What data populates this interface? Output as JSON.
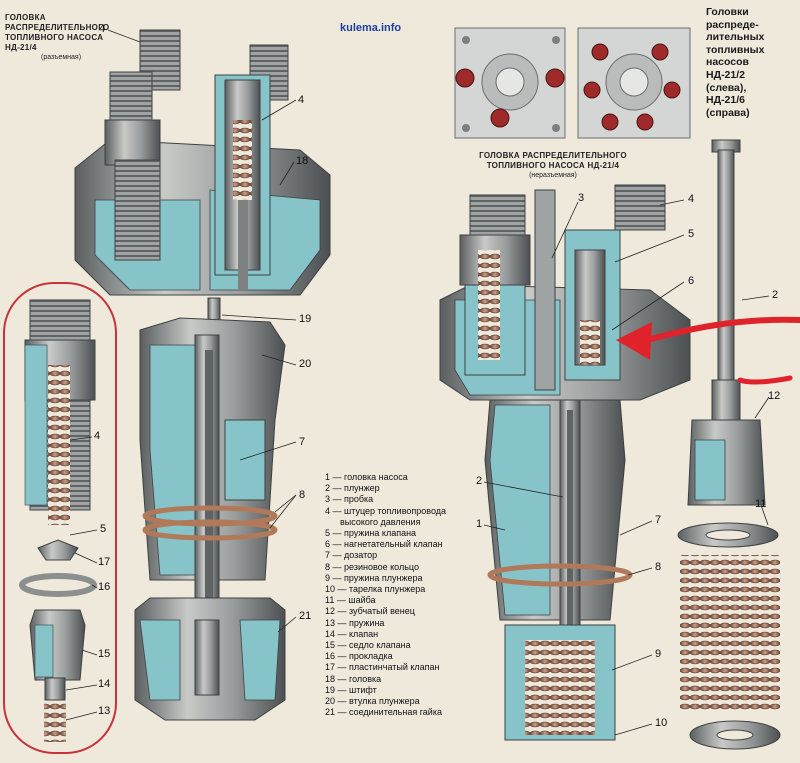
{
  "site": "kulema.info",
  "titles": {
    "left_line1": "ГОЛОВКА РАСПРЕДЕЛИТЕЛЬНОГО",
    "left_line2": "ТОПЛИВНОГО НАСОСА НД-21/4",
    "left_sub": "(разъемная)",
    "right_line1": "ГОЛОВКА РАСПРЕДЕЛИТЕЛЬНОГО",
    "right_line2": "ТОПЛИВНОГО НАСОСА НД-21/4",
    "right_sub": "(неразъемная)",
    "side": [
      "Головки",
      "распреде-",
      "лительных",
      "топливных",
      "насосов",
      "НД-21/2",
      "(слева),",
      "НД-21/6",
      "(справа)"
    ]
  },
  "legend": [
    "1 — головка насоса",
    "2 — плунжер",
    "3 — пробка",
    "4 — штуцер топливопровода",
    "      высокого давления",
    "5 — пружина клапана",
    "6 — нагнетательный клапан",
    "7 — дозатор",
    "8 — резиновое кольцо",
    "9 — пружина плунжера",
    "10 — тарелка плунжера",
    "11 — шайба",
    "12 — зубчатый венец",
    "13 — пружина",
    "14 — клапан",
    "15 — седло клапана",
    "16 — прокладка",
    "17 — пластинчатый клапан",
    "18 — головка",
    "19 — штифт",
    "20 — втулка плунжера",
    "21 — соединительная гайка"
  ],
  "callouts": {
    "c4a": "4",
    "c4b": "4",
    "c18": "18",
    "c19": "19",
    "c20": "20",
    "c7a": "7",
    "c8a": "8",
    "c21": "21",
    "c4c": "4",
    "c5a": "5",
    "c17": "17",
    "c16": "16",
    "c15": "15",
    "c14": "14",
    "c13": "13",
    "c3": "3",
    "c4d": "4",
    "c5b": "5",
    "c6": "6",
    "c2a": "2",
    "c2b": "2",
    "c12": "12",
    "c1": "1",
    "c7b": "7",
    "c8b": "8",
    "c11": "11",
    "c9": "9",
    "c10": "10"
  },
  "colors": {
    "metal": "#8c8f90",
    "metal_light": "#c4c6c4",
    "metal_dark": "#4e5254",
    "section": "#86c4c9",
    "spring": "#a47a66",
    "arrow": "#e0222a",
    "oval": "#c8323a",
    "bg": "#efe9dc"
  }
}
